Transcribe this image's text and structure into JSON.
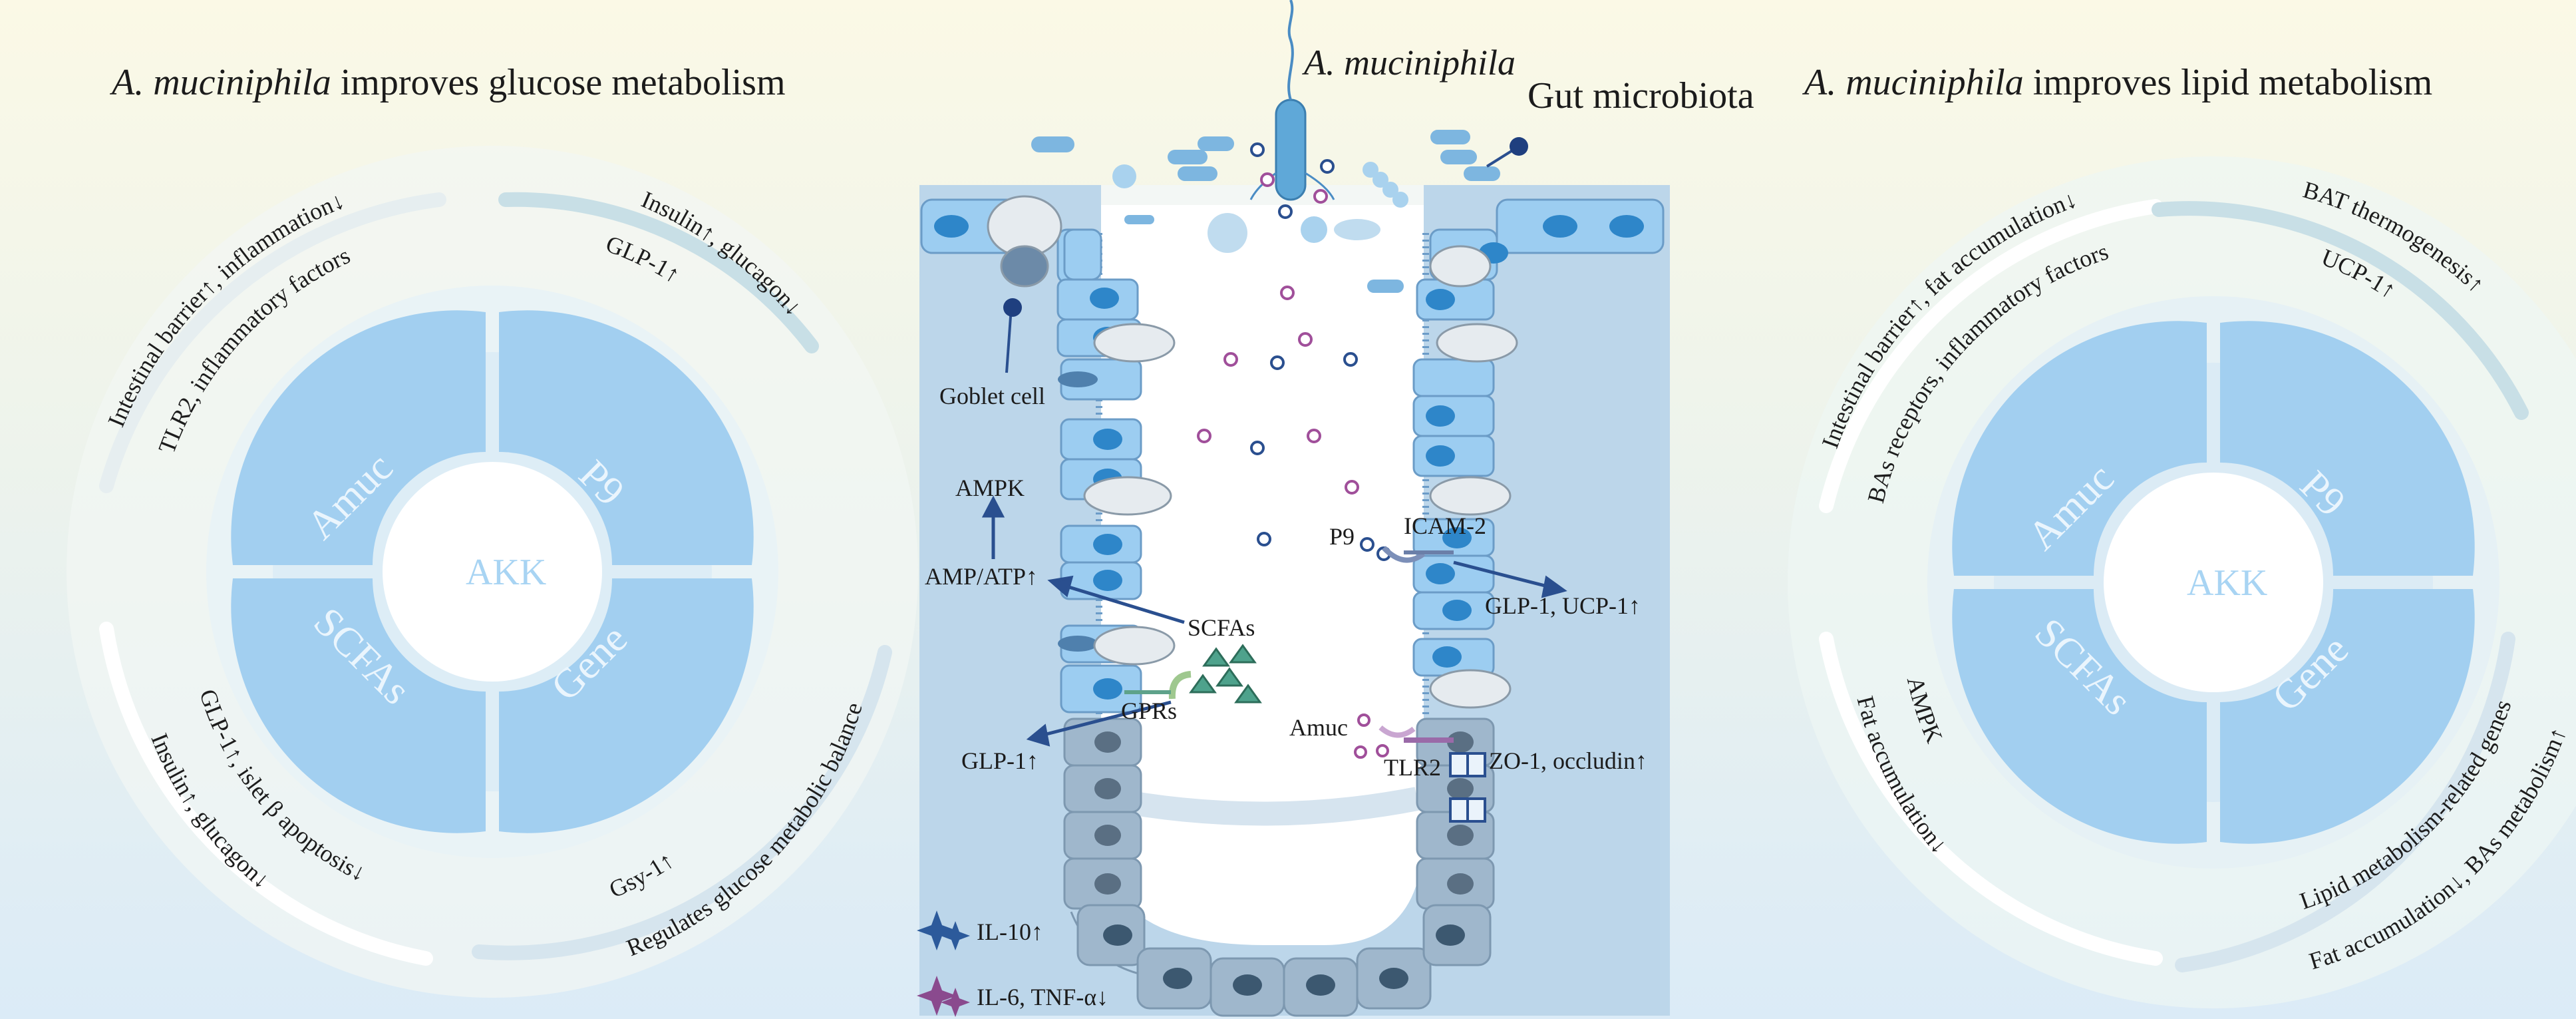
{
  "left_panel": {
    "title_italic": "A. muciniphila",
    "title_rest": " improves glucose metabolism",
    "center": "AKK",
    "quadrants": [
      "Amuc",
      "P9",
      "SCFAs",
      "Gene"
    ],
    "inner_labels": {
      "tl": "TLR2, inflammatory factors",
      "tr": "GLP-1↑",
      "bl": "GLP-1↑, islet β apoptosis↓",
      "br": "Gsy-1↑"
    },
    "outer_labels": {
      "tl": "Intestinal barrier↑, inflammation↓",
      "tr": "Insulin↑, glucagon↓",
      "bl": "Insulin↑, glucagon↓",
      "br": "Regulates glucose metabolic balance"
    }
  },
  "right_panel": {
    "title_italic": "A. muciniphila",
    "title_rest": " improves lipid metabolism",
    "center": "AKK",
    "quadrants": [
      "Amuc",
      "P9",
      "SCFAs",
      "Gene"
    ],
    "inner_labels": {
      "tl": "BAs receptors, inflammatory factors",
      "tr": "UCP-1↑",
      "bl": "AMPK",
      "br": "Lipid metabolism-related genes"
    },
    "outer_labels": {
      "tl": "Intestinal barrier↑, fat accumulation↓",
      "tr": "BAT thermogenesis↑",
      "bl": "Fat accumulation↓",
      "br": "Fat accumulation↓, BAs metabolism↑"
    }
  },
  "center_panel": {
    "akk_label": "A. muciniphila",
    "microbiota_label": "Gut microbiota",
    "goblet_label": "Goblet cell",
    "ampk": "AMPK",
    "amp_atp": "AMP/ATP↑",
    "scfas": "SCFAs",
    "gprs": "GPRs",
    "glp1": "GLP-1↑",
    "p9": "P9",
    "icam2": "ICAM-2",
    "glp1_ucp1": "GLP-1, UCP-1↑",
    "amuc": "Amuc",
    "tlr2": "TLR2",
    "zo1": "ZO-1, occludin↑",
    "legend_il10": "IL-10↑",
    "legend_il6": "IL-6, TNF-α↓"
  },
  "colors": {
    "quadrant": "#a2cff0",
    "quadrant_text": "#eaf5fd",
    "center_text": "#a8d4f3",
    "cell": "#9ccdf1",
    "nucleus": "#2e86c9",
    "crypt_bg": "#bcd6ea",
    "arrow": "#2a4f8f",
    "triangle": "#4ea28c"
  }
}
